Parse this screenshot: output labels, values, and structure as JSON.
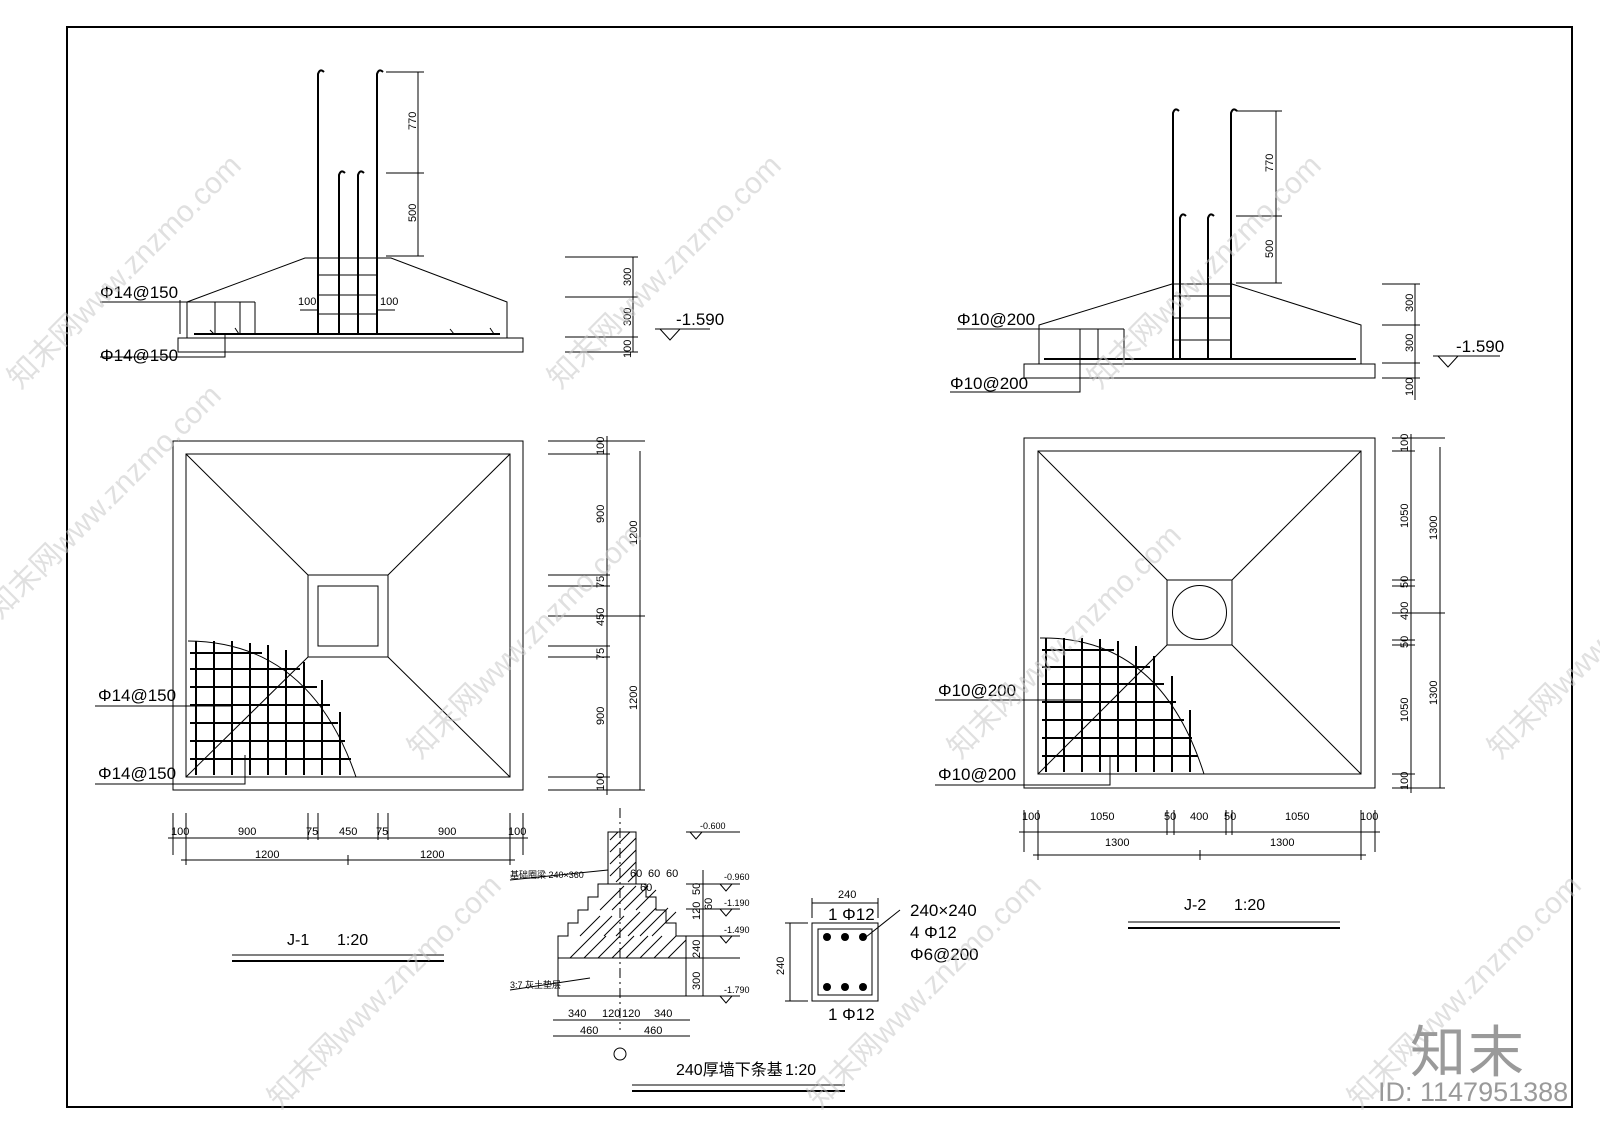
{
  "j1": {
    "title": "J-1",
    "scale": "1:20",
    "rebar_top_label": "Φ14@150",
    "rebar_bottom_label": "Φ14@150",
    "plan_rebar_1": "Φ14@150",
    "plan_rebar_2": "Φ14@150",
    "elev_dims": [
      "770",
      "500"
    ],
    "side_dims": [
      "300",
      "300",
      "100"
    ],
    "level": "-1.590",
    "col_offset_left": "100",
    "col_offset_right": "100",
    "plan_v_dims": [
      "100",
      "900",
      "75",
      "450",
      "75",
      "900",
      "100"
    ],
    "plan_v_totals": [
      "1200",
      "1200"
    ],
    "plan_h_dims": [
      "100",
      "900",
      "75",
      "450",
      "75",
      "900",
      "100"
    ],
    "plan_h_totals": [
      "1200",
      "1200"
    ]
  },
  "j2": {
    "title": "J-2",
    "scale": "1:20",
    "rebar_top_label": "Φ10@200",
    "rebar_bottom_label": "Φ10@200",
    "plan_rebar_1": "Φ10@200",
    "plan_rebar_2": "Φ10@200",
    "elev_dims": [
      "770",
      "500"
    ],
    "side_dims": [
      "300",
      "300",
      "100"
    ],
    "level": "-1.590",
    "plan_v_dims": [
      "100",
      "1050",
      "50",
      "400",
      "50",
      "1050",
      "100"
    ],
    "plan_v_totals": [
      "1300",
      "1300"
    ],
    "plan_h_dims": [
      "100",
      "1050",
      "50",
      "400",
      "50",
      "1050",
      "100"
    ],
    "plan_h_totals": [
      "1300",
      "1300"
    ]
  },
  "strip": {
    "title": "240厚墙下条基",
    "scale": "1:20",
    "beam_label": "基础圈梁 240×360",
    "cushion_label": "3:7 灰土垫层",
    "levels": [
      "-0.600",
      "-0.960",
      "-1.190",
      "-1.490",
      "-1.790"
    ],
    "step_dims_top": [
      "60",
      "60",
      "60",
      "60"
    ],
    "right_dims": [
      "50",
      "120",
      "60",
      "240",
      "300"
    ],
    "bottom_dims": [
      "340",
      "120",
      "120",
      "340"
    ],
    "bottom_totals": [
      "460",
      "460"
    ]
  },
  "beam": {
    "size_label": "240×240",
    "main_bars": "4 Φ12",
    "stirrups": "Φ6@200",
    "top_bar": "1 Φ12",
    "bottom_bar": "1 Φ12",
    "width_dim": "240",
    "height_dim": "240"
  },
  "watermark": {
    "text": "知末网www.znzmo.com",
    "brand": "知末",
    "id_label": "ID: 1147951388"
  }
}
